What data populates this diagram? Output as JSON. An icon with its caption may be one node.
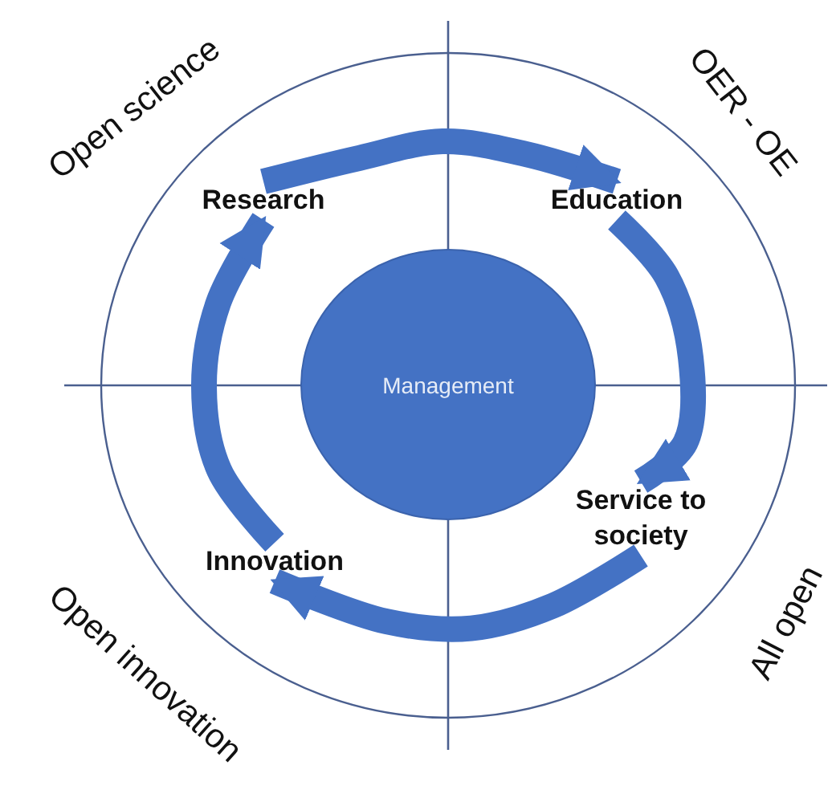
{
  "diagram": {
    "nodes": [
      {
        "text": [
          "Research"
        ]
      },
      {
        "text": [
          "Education"
        ]
      },
      {
        "text": [
          "Management"
        ]
      },
      {
        "text": [
          "Service to society"
        ]
      },
      {
        "text": [
          "Innovation"
        ]
      }
    ],
    "edges": [
      {
        "from": 0,
        "to": 1,
        "arrow": "to"
      },
      {
        "from": 1,
        "to": 3,
        "arrow": "to"
      },
      {
        "from": 3,
        "to": 4,
        "arrow": "to"
      },
      {
        "from": 4,
        "to": 0,
        "arrow": "to"
      }
    ],
    "labels": [
      "Open science",
      "OER - OE",
      "Open innovation",
      "All open"
    ]
  }
}
